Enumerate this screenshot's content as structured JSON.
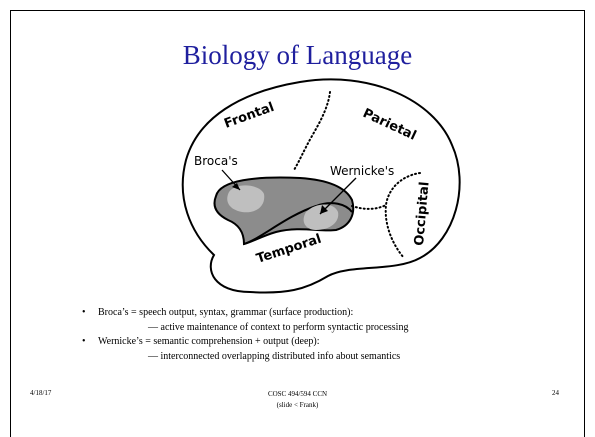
{
  "slide": {
    "title": "Biology of Language",
    "regions": {
      "frontal": "Frontal",
      "parietal": "Parietal",
      "occipital": "Occipital",
      "temporal": "Temporal",
      "broca": "Broca's",
      "wernicke": "Wernicke's"
    },
    "bullets": [
      {
        "text": "Broca’s = speech output, syntax, grammar (surface production):",
        "sub": "— active maintenance of context to perform syntactic processing"
      },
      {
        "text": "Wernicke’s = semantic comprehension + output (deep):",
        "sub": "— interconnected overlapping distributed info about semantics"
      }
    ],
    "bullet_symbol": "•",
    "footer": {
      "date": "4/18/17",
      "course": "COSC 494/594 CCN",
      "credit": "(slide < Frank)",
      "page": "24"
    },
    "colors": {
      "title": "#1f1f9e",
      "broca_area": "#8c8c8c",
      "wernicke_area": "#bfbfbf",
      "outline": "#000000"
    }
  }
}
